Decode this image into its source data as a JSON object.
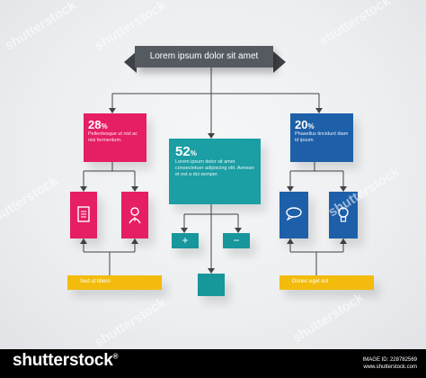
{
  "title": "Lorem ipsum dolor sit amet",
  "left_card": {
    "percent": "28",
    "text": "Pellentesque ut nisl ac nisi fermentum."
  },
  "center_card": {
    "percent": "52",
    "text": "Lorem ipsum dolor sit amet consectetuer adipiscing elit. Aenean et est a dui semper."
  },
  "right_card": {
    "percent": "20",
    "text": "Phasellus tincidunt diam id ipsum."
  },
  "percent_sign": "%",
  "plus_label": "+",
  "minus_label": "−",
  "left_yellow": "Sed ut libero",
  "right_yellow": "Donec eget est",
  "icons": [
    "document-icon",
    "person-icon",
    "speech-bubble-icon",
    "lightbulb-icon"
  ],
  "watermark": "shutterstock",
  "footer": {
    "brand": "shutterstock",
    "trademark": "®",
    "image_id": "IMAGE ID: 228782569",
    "site": "www.shutterstock.com"
  },
  "colors": {
    "pink": "#e61e63",
    "teal": "#1b9ea4",
    "blue": "#1d5fa8",
    "yellow": "#f3bb0c",
    "banner": "#555a60"
  }
}
